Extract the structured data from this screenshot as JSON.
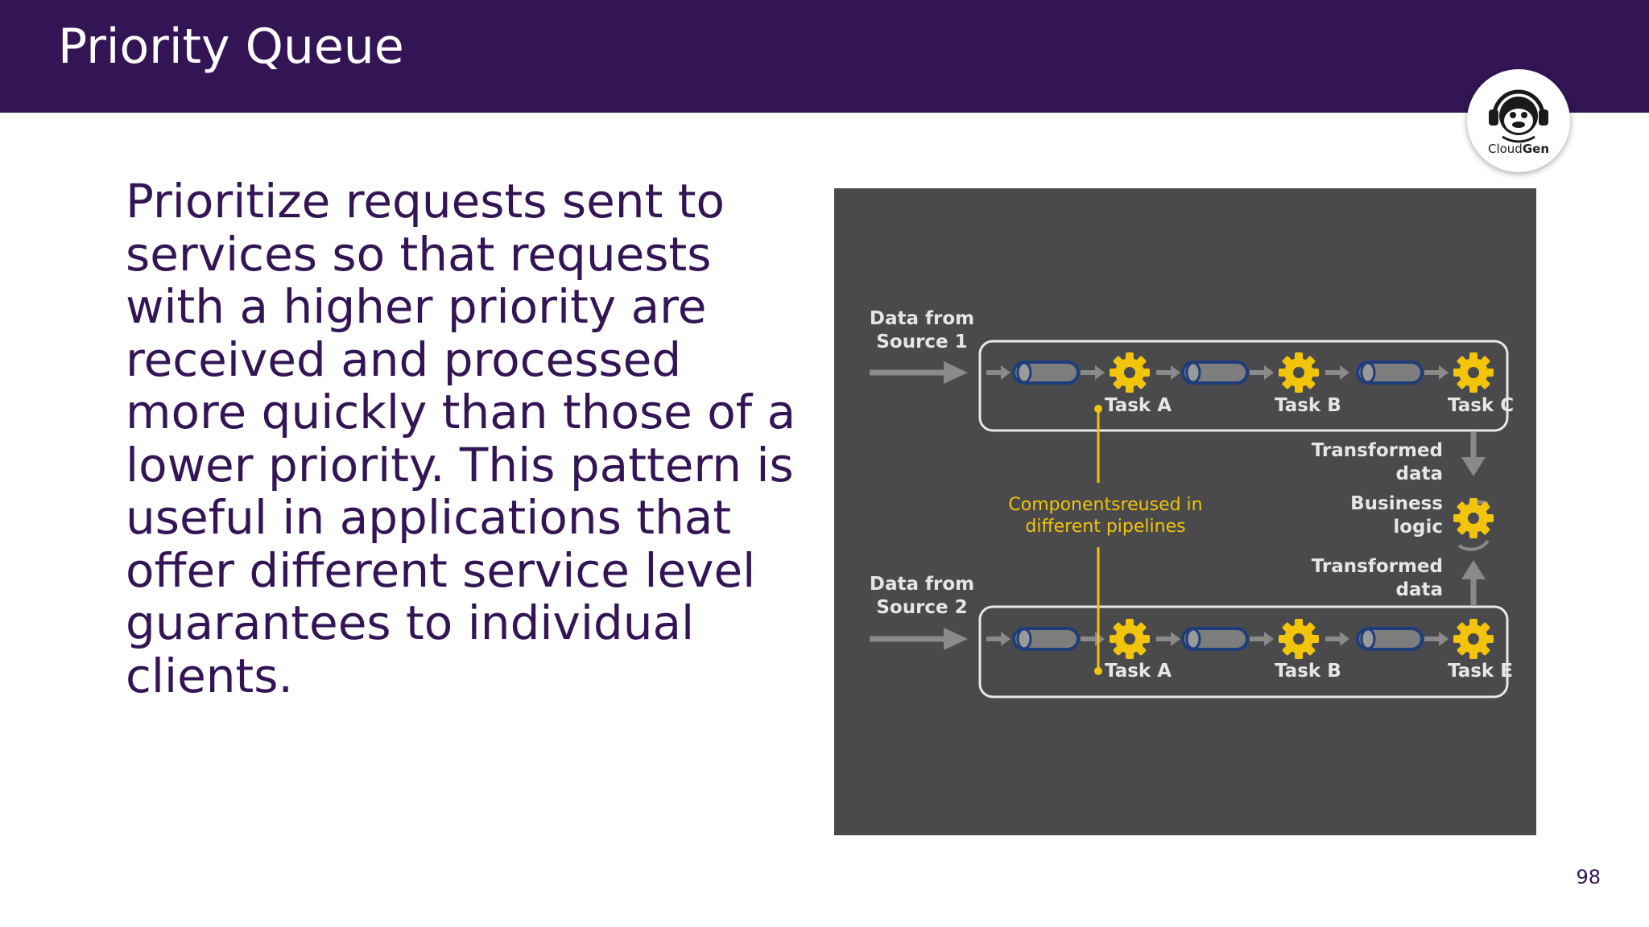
{
  "slide": {
    "title": "Priority Queue",
    "body": "Prioritize requests sent to services so that requests with a higher priority are received and processed more quickly than those of a lower priority. This pattern is useful in applications that offer different service level guarantees to individual clients.",
    "page_number": "98"
  },
  "logo": {
    "brand_prefix": "Cloud",
    "brand_suffix": "Gen",
    "icon": "monkey-headphones-icon"
  },
  "diagram": {
    "source1_label_line1": "Data from",
    "source1_label_line2": "Source 1",
    "source2_label_line1": "Data from",
    "source2_label_line2": "Source 2",
    "pipeline1_tasks": [
      "Task A",
      "Task B",
      "Task C"
    ],
    "pipeline2_tasks": [
      "Task A",
      "Task B",
      "Task E"
    ],
    "transformed_top_line1": "Transformed",
    "transformed_top_line2": "data",
    "business_line1": "Business",
    "business_line2": "logic",
    "transformed_bottom_line1": "Transformed",
    "transformed_bottom_line2": "data",
    "reuse_line1": "Componentsreused in",
    "reuse_line2": "different pipelines",
    "colors": {
      "background": "#4a4a4c",
      "gear": "#f2c40a",
      "connector": "#8a8a8a",
      "queue_fill": "#7d7d7d",
      "queue_outline": "#1f3d7a"
    }
  },
  "colors": {
    "title_bar": "#331556",
    "body_text": "#331556"
  }
}
